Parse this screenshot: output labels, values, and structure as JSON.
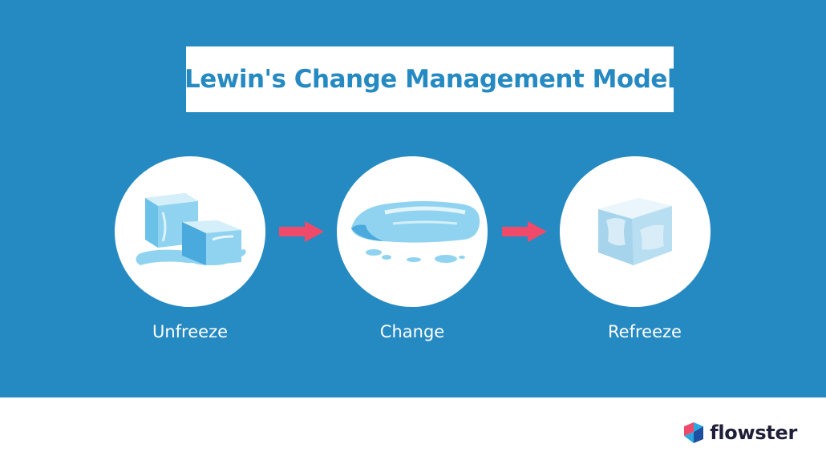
{
  "title": "Lewin's Change Management Model",
  "stages": [
    {
      "label": "Unfreeze",
      "icon": "melting-ice-cubes-icon"
    },
    {
      "label": "Change",
      "icon": "water-puddle-icon"
    },
    {
      "label": "Refreeze",
      "icon": "ice-cube-icon"
    }
  ],
  "brand": {
    "name": "flowster",
    "logo": "flowster-logo-icon"
  },
  "colors": {
    "background": "#268ac2",
    "arrow": "#ef4a6a",
    "title_text": "#268ac2",
    "ice": "#8fd3f0",
    "ice_dark": "#4aa9dd"
  }
}
